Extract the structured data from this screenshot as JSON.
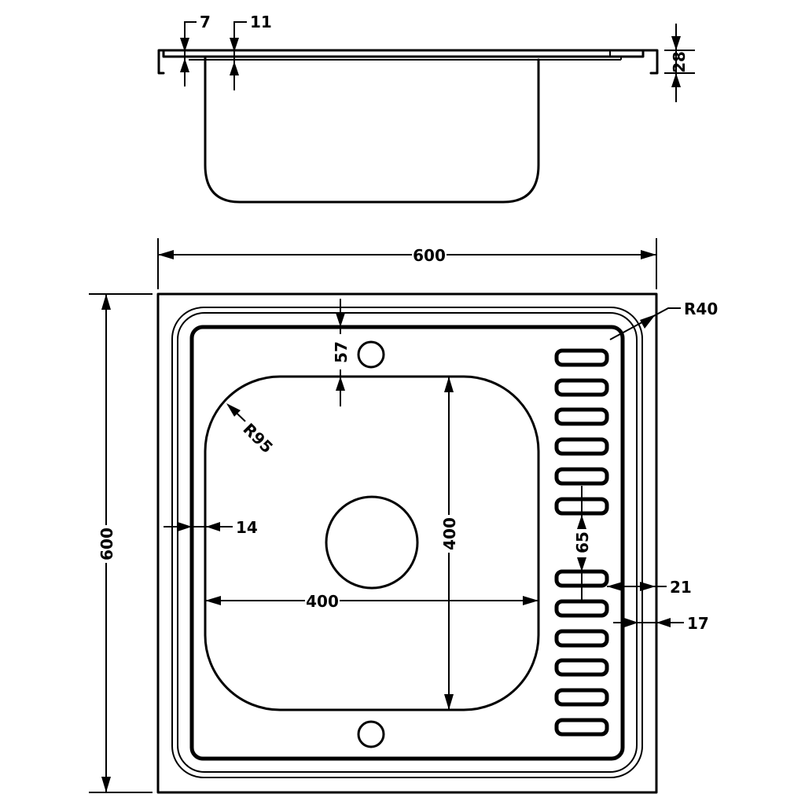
{
  "dimensions": {
    "top_lip": "7",
    "top_flange": "11",
    "depth": "28",
    "overall_width": "600",
    "overall_height": "600",
    "corner_radius": "R40",
    "hole_offset": "57",
    "bowl_radius": "R95",
    "rim_offset": "14",
    "bowl_width": "400",
    "bowl_height": "400",
    "slot_gap": "65",
    "slot_pitch": "21",
    "slot_margin": "17"
  }
}
